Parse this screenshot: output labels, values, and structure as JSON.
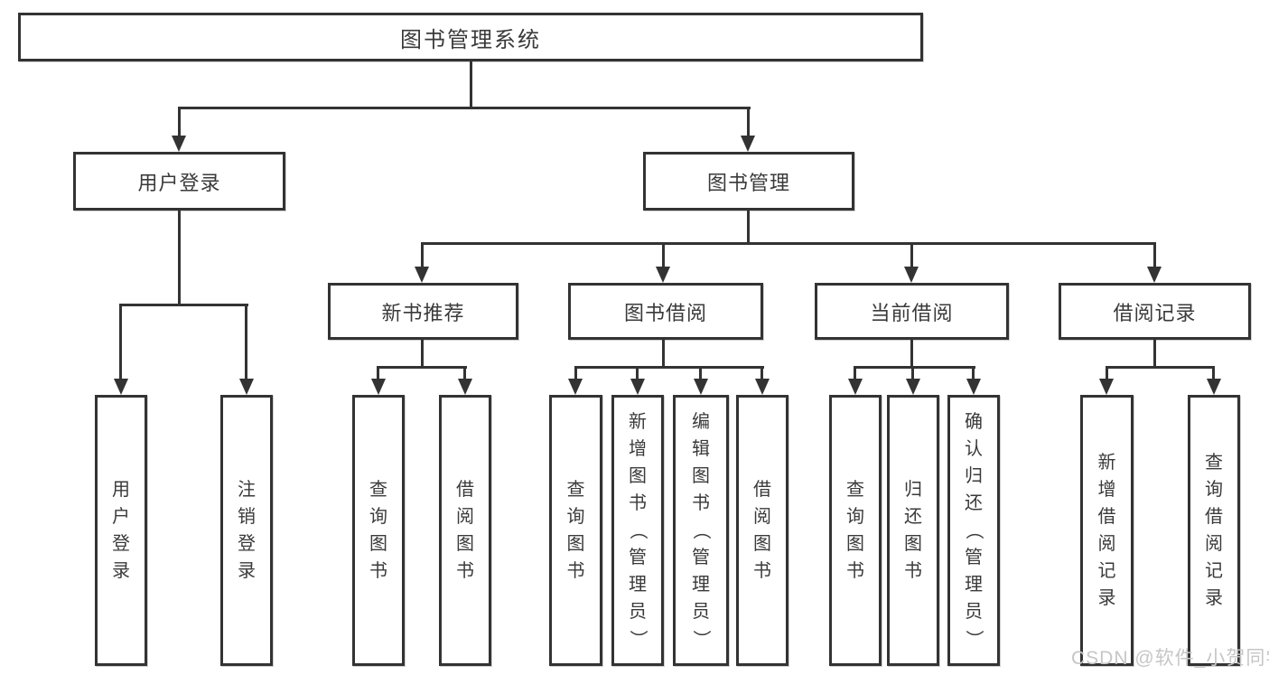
{
  "tree": {
    "root": {
      "label": "图书管理系统"
    },
    "branches": [
      {
        "label": "用户登录",
        "children": [
          {
            "label": "用户登录"
          },
          {
            "label": "注销登录"
          }
        ]
      },
      {
        "label": "图书管理",
        "children": [
          {
            "label": "新书推荐",
            "children": [
              {
                "label": "查询图书"
              },
              {
                "label": "借阅图书"
              }
            ]
          },
          {
            "label": "图书借阅",
            "children": [
              {
                "label": "查询图书"
              },
              {
                "label": "新增图书（管理员）"
              },
              {
                "label": "编辑图书（管理员）"
              },
              {
                "label": "借阅图书"
              }
            ]
          },
          {
            "label": "当前借阅",
            "children": [
              {
                "label": "查询图书"
              },
              {
                "label": "归还图书"
              },
              {
                "label": "确认归还（管理员）"
              }
            ]
          },
          {
            "label": "借阅记录",
            "children": [
              {
                "label": "新增借阅记录"
              },
              {
                "label": "查询借阅记录"
              }
            ]
          }
        ]
      }
    ]
  },
  "watermark": {
    "text": "CSDN @软件_小贺同学"
  },
  "colors": {
    "line": "#333333",
    "text": "#3a3a3a",
    "watermark": "#c6c6c6",
    "background": "#ffffff"
  }
}
